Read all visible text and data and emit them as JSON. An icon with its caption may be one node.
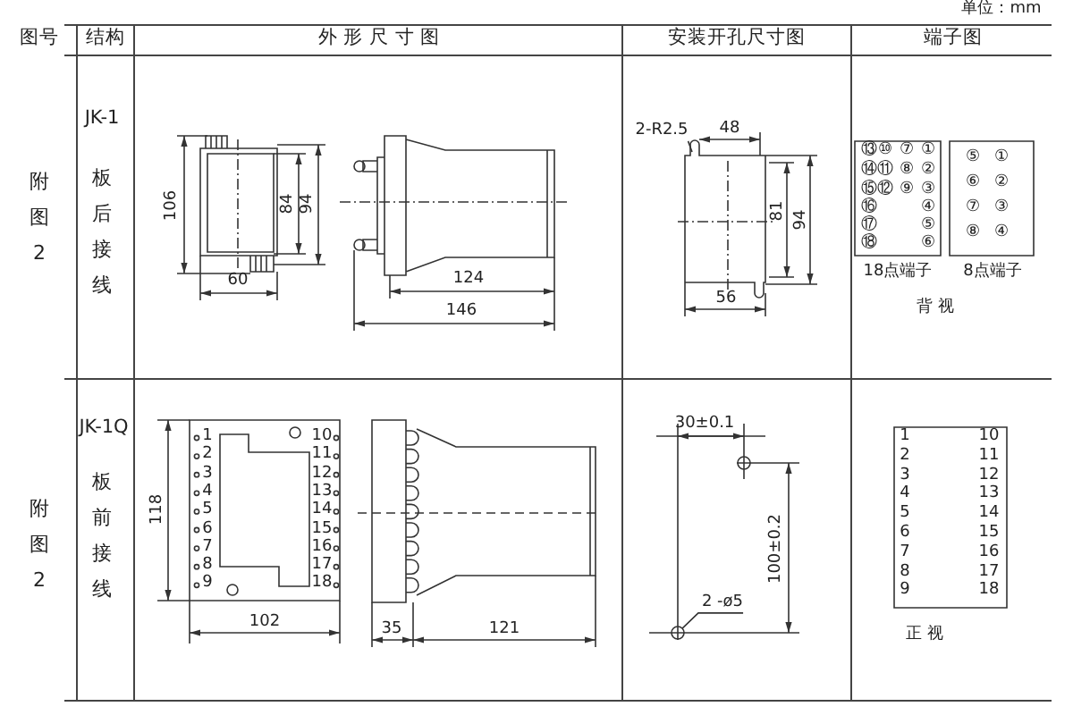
{
  "diagram": {
    "nodes": [
      {
        "text": [
          "2-R2.5"
        ]
      },
      {
        "text": [
          "2 -ø5"
        ]
      },
      {
        "text": [],
        "shape": "circle"
      }
    ],
    "edges": [
      {
        "from": 0,
        "to": null,
        "arrow": "none"
      },
      {
        "from": 1,
        "to": 2,
        "arrow": "none"
      }
    ],
    "labels": [
      "单位：mm",
      "图号",
      "结构",
      "外 形 尺 寸 图",
      "安装开孔尺寸图",
      "端子图",
      "附图2",
      "JK-1",
      "板后接线",
      "106",
      "84",
      "94",
      "60",
      "124",
      "146",
      "48",
      "81",
      "94",
      "56",
      "⑬",
      "⑩",
      "⑦",
      "①",
      "⑭",
      "⑪",
      "⑧",
      "②",
      "⑮",
      "⑫",
      "⑨",
      "③",
      "⑯",
      "④",
      "⑰",
      "⑤",
      "⑱",
      "⑥",
      "⑤",
      "①",
      "⑥",
      "②",
      "⑦",
      "③",
      "⑧",
      "④",
      "18点端子",
      "8点端子",
      "背 视",
      "附图2",
      "JK-1Q",
      "板前接线",
      "1",
      "10",
      "2",
      "11",
      "3",
      "12",
      "4",
      "13",
      "5",
      "14",
      "6",
      "15",
      "7",
      "16",
      "8",
      "17",
      "9",
      "18",
      "118",
      "102",
      "35",
      "121",
      "30±0.1",
      "100±0.2",
      "1",
      "10",
      "2",
      "11",
      "3",
      "12",
      "4",
      "13",
      "5",
      "14",
      "6",
      "15",
      "7",
      "16",
      "8",
      "17",
      "9",
      "18",
      "正 视"
    ]
  }
}
